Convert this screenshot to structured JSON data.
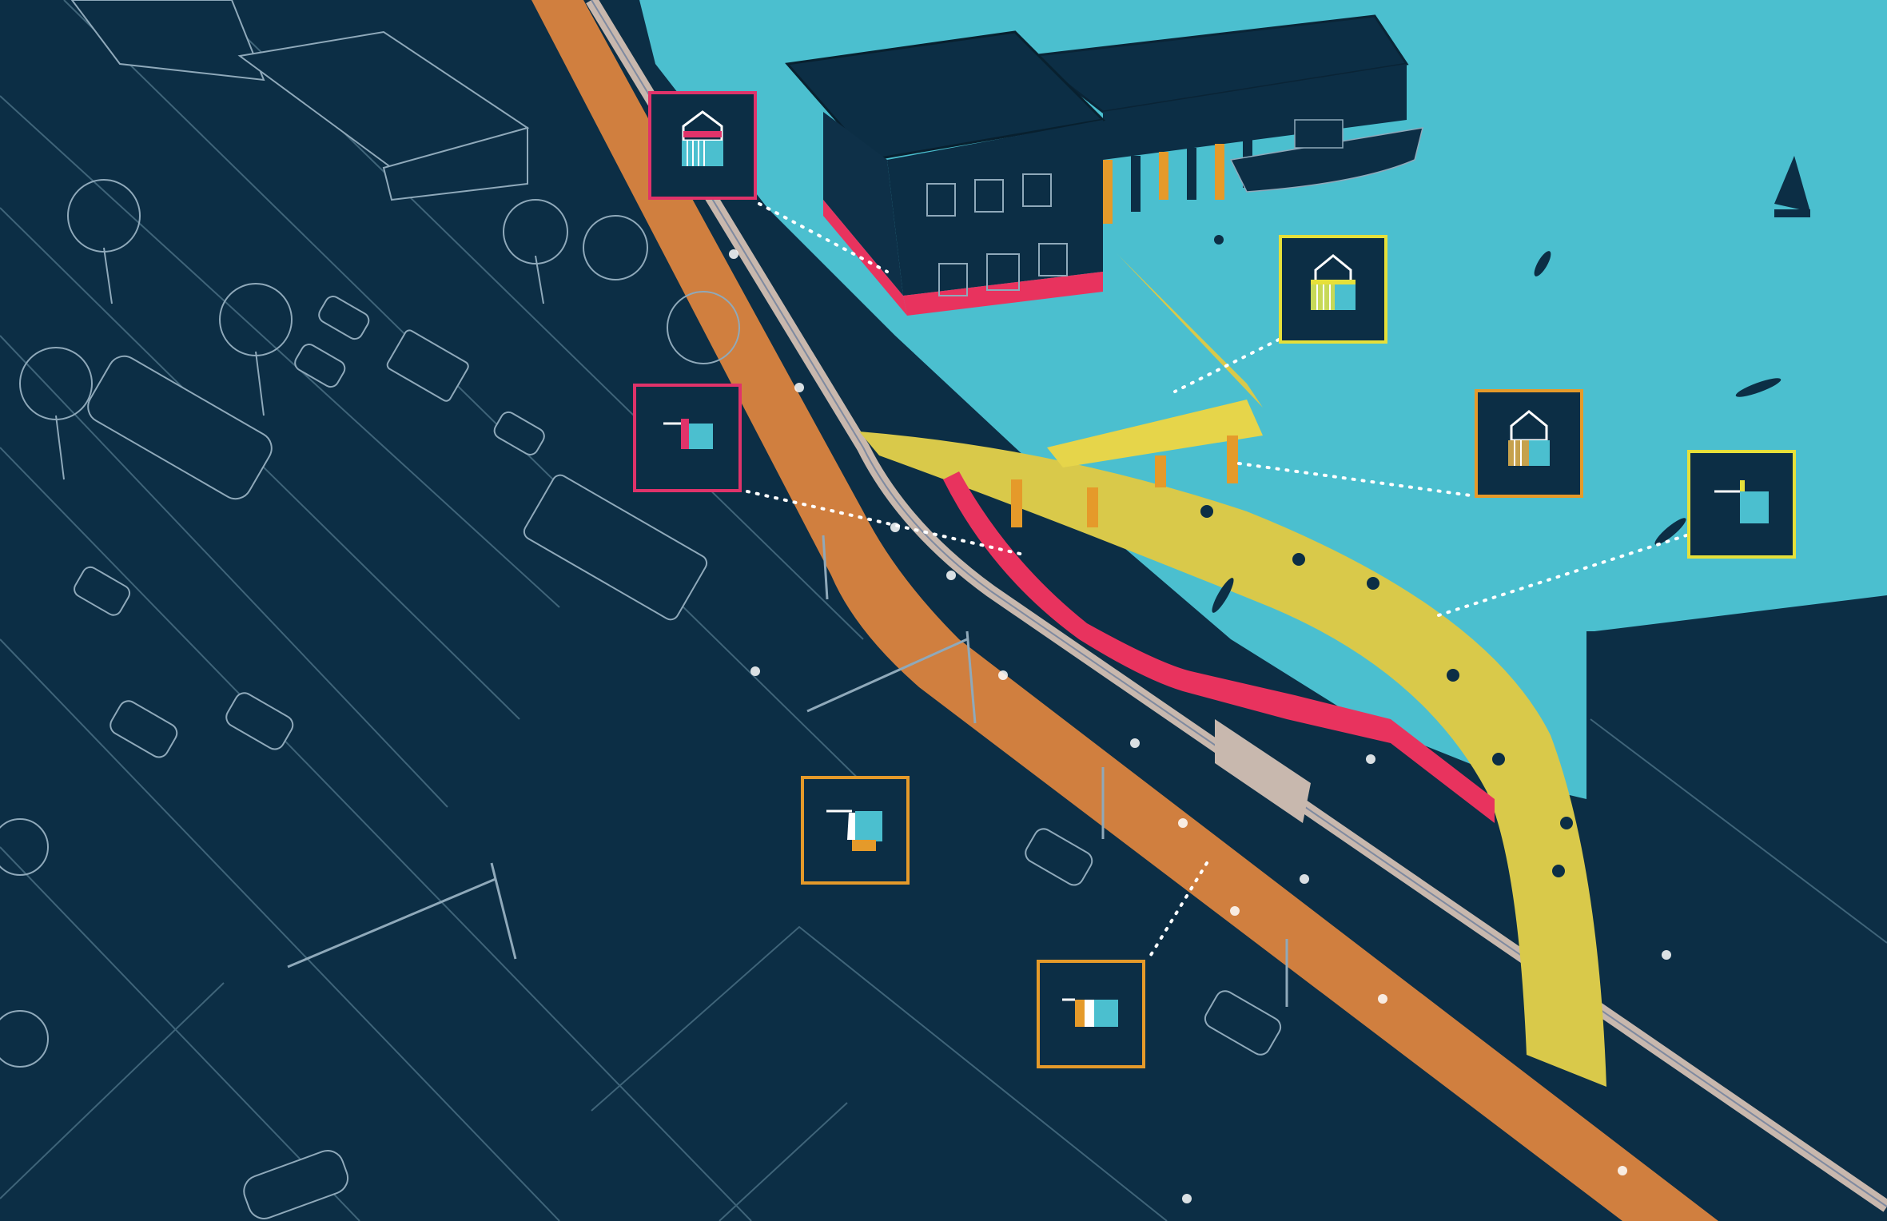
{
  "colors": {
    "background": "#0c2e45",
    "water": "#4bbfcf",
    "bike_path": "#d07f3f",
    "rail_track": "#c8b8ae",
    "yellow_bridge": "#d9c94a",
    "red_ramp": "#e8335e",
    "building": "#0c2e45",
    "line_work": "#8fa9ba",
    "callout_red": "#e0336a",
    "callout_yellow": "#e6e03a",
    "callout_orange": "#e59a2a"
  },
  "callouts": [
    {
      "name": "callout-building-red",
      "icon": "building-section-icon",
      "color": "#e0336a"
    },
    {
      "name": "callout-building-yellow",
      "icon": "building-section-icon",
      "color": "#e6e03a"
    },
    {
      "name": "callout-ramp-red",
      "icon": "ramp-section-icon",
      "color": "#e0336a"
    },
    {
      "name": "callout-building-orange",
      "icon": "building-section-icon",
      "color": "#e59a2a"
    },
    {
      "name": "callout-bridge-yellow",
      "icon": "bridge-section-icon",
      "color": "#e6e03a"
    },
    {
      "name": "callout-seating-orange",
      "icon": "seating-section-icon",
      "color": "#e59a2a"
    },
    {
      "name": "callout-edge-orange",
      "icon": "edge-section-icon",
      "color": "#e59a2a"
    }
  ]
}
